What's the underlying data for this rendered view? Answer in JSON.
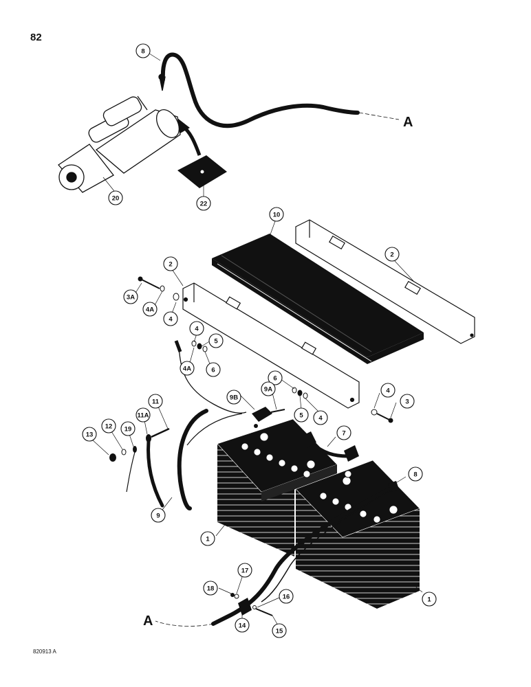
{
  "page_number": "82",
  "figure_code": "820913 A",
  "reference_letter": "A",
  "colors": {
    "ink": "#111111",
    "paper": "#ffffff"
  },
  "callouts": {
    "starter_cable": "8",
    "starter_motor": "20",
    "starter_pad": "22",
    "hold_down_cover": "10",
    "bracket_rear": "2",
    "bracket_front": "2",
    "bolt_left": "3A",
    "washer_left_a": "4A",
    "washer_left": "4",
    "washer_mid": "4",
    "washer_mid_a": "4A",
    "lockwasher_mid": "5",
    "nut_mid": "6",
    "nut_right": "6",
    "lockwasher_right": "5",
    "washer_right_a": "4",
    "washer_right_b": "4",
    "bolt_right": "3",
    "clamp_bolt": "9A",
    "clamp_nut": "9B",
    "jumper_cable": "7",
    "battery_cable_right": "8",
    "battery_left": "1",
    "battery_right": "1",
    "ground_cable": "9",
    "ground_bolt": "11",
    "ground_terminal": "11A",
    "ground_lead": "19",
    "ground_washer": "12",
    "ground_nut": "13",
    "cable_clip": "14",
    "clip_bolt": "15",
    "clip_washer": "16",
    "clip_lockwasher": "17",
    "clip_nut": "18"
  }
}
